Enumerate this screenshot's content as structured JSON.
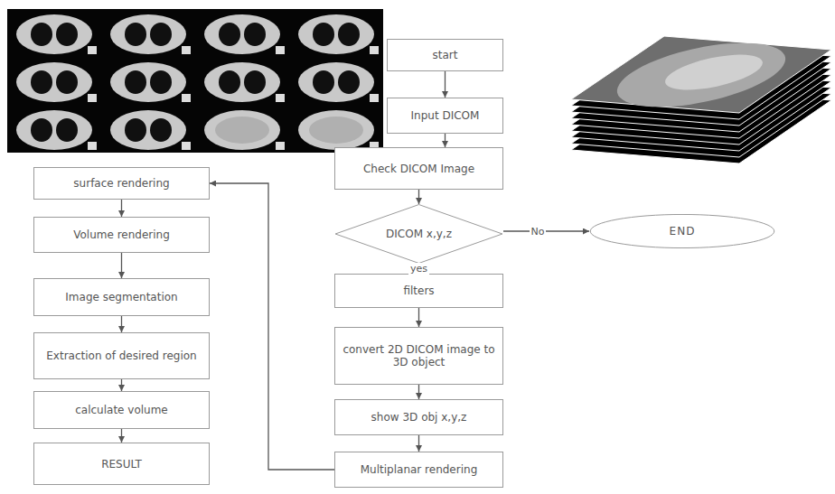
{
  "diagram": {
    "nodes": [
      {
        "text": [
          "start"
        ]
      },
      {
        "text": [
          "Input DICOM"
        ]
      },
      {
        "text": [
          "Check DICOM Image"
        ]
      },
      {
        "text": [
          "DICOM x,y,z"
        ]
      },
      {
        "text": [
          "END"
        ]
      },
      {
        "text": [
          "filters"
        ]
      },
      {
        "text": [
          "convert 2D DICOM image to 3D object"
        ]
      },
      {
        "text": [
          "show 3D obj x,y,z"
        ]
      },
      {
        "text": [
          "Multiplanar rendering"
        ]
      },
      {
        "text": [
          "surface rendering"
        ]
      },
      {
        "text": [
          "Volume rendering"
        ]
      },
      {
        "text": [
          "Image segmentation"
        ]
      },
      {
        "text": [
          "Extraction of desired region"
        ]
      },
      {
        "text": [
          "calculate volume"
        ]
      },
      {
        "text": [
          "RESULT"
        ]
      }
    ],
    "edges": [
      {
        "from": 0,
        "to": 1,
        "arrow": "to"
      },
      {
        "from": 1,
        "to": 2,
        "arrow": "to"
      },
      {
        "from": 2,
        "to": 3,
        "arrow": "to"
      },
      {
        "from": 3,
        "to": 4,
        "label": "No",
        "arrow": "to"
      },
      {
        "from": 3,
        "to": 5,
        "label": "yes",
        "arrow": "to"
      },
      {
        "from": 5,
        "to": 6,
        "arrow": "to"
      },
      {
        "from": 6,
        "to": 7,
        "arrow": "to"
      },
      {
        "from": 7,
        "to": 8,
        "arrow": "to"
      },
      {
        "from": 8,
        "to": 9,
        "arrow": "to"
      },
      {
        "from": 9,
        "to": 10,
        "arrow": "to"
      },
      {
        "from": 10,
        "to": 11,
        "arrow": "to"
      },
      {
        "from": 11,
        "to": 12,
        "arrow": "to"
      },
      {
        "from": 12,
        "to": 13,
        "arrow": "to"
      },
      {
        "from": 13,
        "to": 14,
        "arrow": "to"
      }
    ]
  }
}
